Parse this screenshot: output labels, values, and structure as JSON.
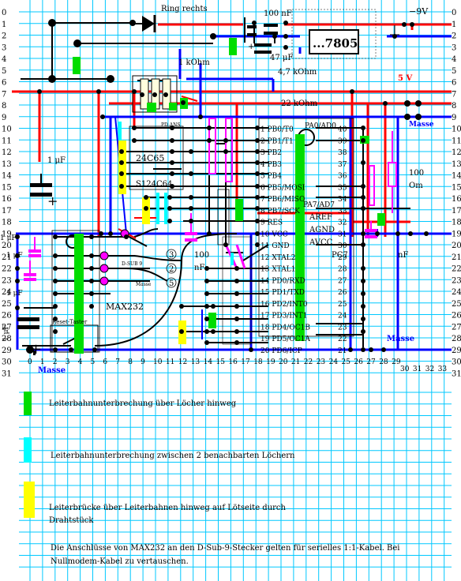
{
  "row_labels": [
    "0",
    "1",
    "2",
    "3",
    "4",
    "5",
    "6",
    "7",
    "8",
    "9",
    "10",
    "11",
    "12",
    "13",
    "14",
    "15",
    "16",
    "17",
    "18",
    "19",
    "20",
    "21",
    "22",
    "23",
    "24",
    "25",
    "26",
    "27",
    "28",
    "29",
    "30",
    "31"
  ],
  "col_labels": [
    "0",
    "1",
    "2",
    "3",
    "4",
    "5",
    "6",
    "7",
    "8",
    "9",
    "10",
    "11",
    "12",
    "13",
    "14",
    "15",
    "16",
    "17",
    "18",
    "19",
    "20",
    "21",
    "22",
    "23",
    "24",
    "25",
    "26",
    "27",
    "28",
    "29"
  ],
  "col_labels_shifted": [
    "30",
    "31",
    "32",
    "33"
  ],
  "labels": {
    "ring_rechts": "Ring rechts",
    "cap_100nf": "100 nF",
    "minus_9v": "−9V",
    "reg_7805": "...7805",
    "cap_47uf": "47 μF",
    "r_4k7": "4,7 kOhm",
    "r_1k": "1 kOhm",
    "plus_5v": "5 V",
    "r_22k": "22 kOhm",
    "masse_top": "Masse",
    "pd_ans": "PD ANS",
    "cap_1uf_left": "1 μF",
    "ic_24c65": "24C65",
    "ic_s124c64": "S124C64",
    "r_100ohm": "100",
    "r_100ohm_unit": "Om",
    "cap_100nf_mid": "100",
    "cap_100nf_mid_unit": "nF",
    "cap_nf_right": "nF",
    "dsub9": "D-SUB 9",
    "masse_mid": "Masse",
    "pin3": "3",
    "pin2": "2",
    "pin5": "5",
    "max232": "MAX232",
    "reset_taster": "Reset-Taster",
    "uf_1": "1 μF",
    "uf_2": "1 μF",
    "uf_3": "1 μF",
    "uf_4": "1 μF",
    "masse_bottom_left": "Masse",
    "masse_bottom_right": "Masse",
    "pc7": "PC7",
    "pa_ad0": "PA0/AD0",
    "pa_ad7": "PA7/AD7",
    "aref": "AREF",
    "agnd": "AGND",
    "avcc": "AVCC"
  },
  "avr_left_pins": [
    "1 PB0/T0",
    "2 PB1/T1",
    "3 PB2",
    "4 PB3",
    "5 PB4",
    "6 PB5/MOSI",
    "7 PB6/MISO",
    "8 PB7/SCK",
    "9 RES",
    "10 VCC",
    "11 GND",
    "12 XTAL2",
    "13 XTAL1",
    "14 PD0/RXD",
    "15 PD1/TXD",
    "16 PD2/INT0",
    "17 PD3/INT1",
    "18 PD4/OC1B",
    "19 PD5/OC1A",
    "20 PD6/ICP"
  ],
  "avr_right_pins": [
    "40",
    "39",
    "38",
    "37",
    "36",
    "35",
    "34",
    "33",
    "32",
    "31",
    "30",
    "29",
    "28",
    "27",
    "26",
    "25",
    "24",
    "23",
    "22",
    "21"
  ],
  "legend": [
    {
      "color": "#00dd00",
      "text": "Leiterbahnunterbrechung über Löcher hinweg"
    },
    {
      "color": "#00ffff",
      "text": "Leiterbahnunterbrechung zwischen 2 benachbarten Löchern"
    },
    {
      "color": "#ffff00",
      "text": "Leiterbrücke über Leiterbahnen hinweg auf Lötseite durch Drahtstück"
    }
  ],
  "note": "Die Anschlüsse von MAX232 an den D-Sub-9-Stecker gelten für serielles 1:1-Kabel. Bei Nullmodem-Kabel zu vertauschen.",
  "colors": {
    "grid": "#00c8ff",
    "red": "#ff0000",
    "blue": "#0000ff",
    "green": "#00dd00",
    "yellow": "#ffff00",
    "magenta": "#ff00ff",
    "cyan": "#00ffff"
  }
}
